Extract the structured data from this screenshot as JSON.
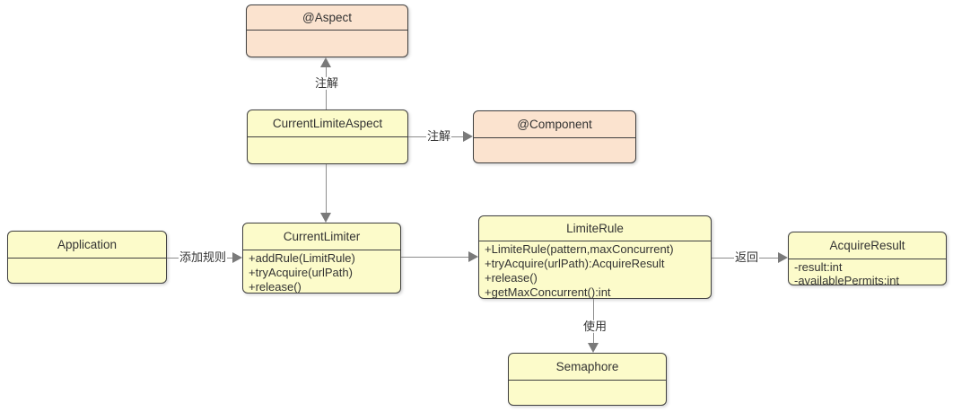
{
  "diagram": {
    "nodes": {
      "aspect": {
        "title": "@Aspect"
      },
      "current_limite_aspect": {
        "title": "CurrentLimiteAspect"
      },
      "component": {
        "title": "@Component"
      },
      "application": {
        "title": "Application"
      },
      "current_limiter": {
        "title": "CurrentLimiter",
        "members": [
          "+addRule(LimitRule)",
          "+tryAcquire(urlPath)",
          "+release()"
        ]
      },
      "limite_rule": {
        "title": "LimiteRule",
        "members": [
          "+LimiteRule(pattern,maxConcurrent)",
          "+tryAcquire(urlPath):AcquireResult",
          "+release()",
          "+getMaxConcurrent():int"
        ]
      },
      "acquire_result": {
        "title": "AcquireResult",
        "members": [
          "-result:int",
          "-availablePermits:int"
        ]
      },
      "semaphore": {
        "title": "Semaphore"
      }
    },
    "edges": {
      "aspect_annotation": {
        "label": "注解"
      },
      "component_annotation": {
        "label": "注解"
      },
      "add_rule": {
        "label": "添加规则"
      },
      "return_result": {
        "label": "返回"
      },
      "use_semaphore": {
        "label": "使用"
      }
    },
    "colors": {
      "class_fill_yellow": "#fcfbca",
      "annotation_fill_peach": "#fbe3cf",
      "node_border": "#404040",
      "connector": "#8c8c8c",
      "arrowhead": "#7a7a7a",
      "text": "#333333",
      "background": "#ffffff"
    }
  }
}
